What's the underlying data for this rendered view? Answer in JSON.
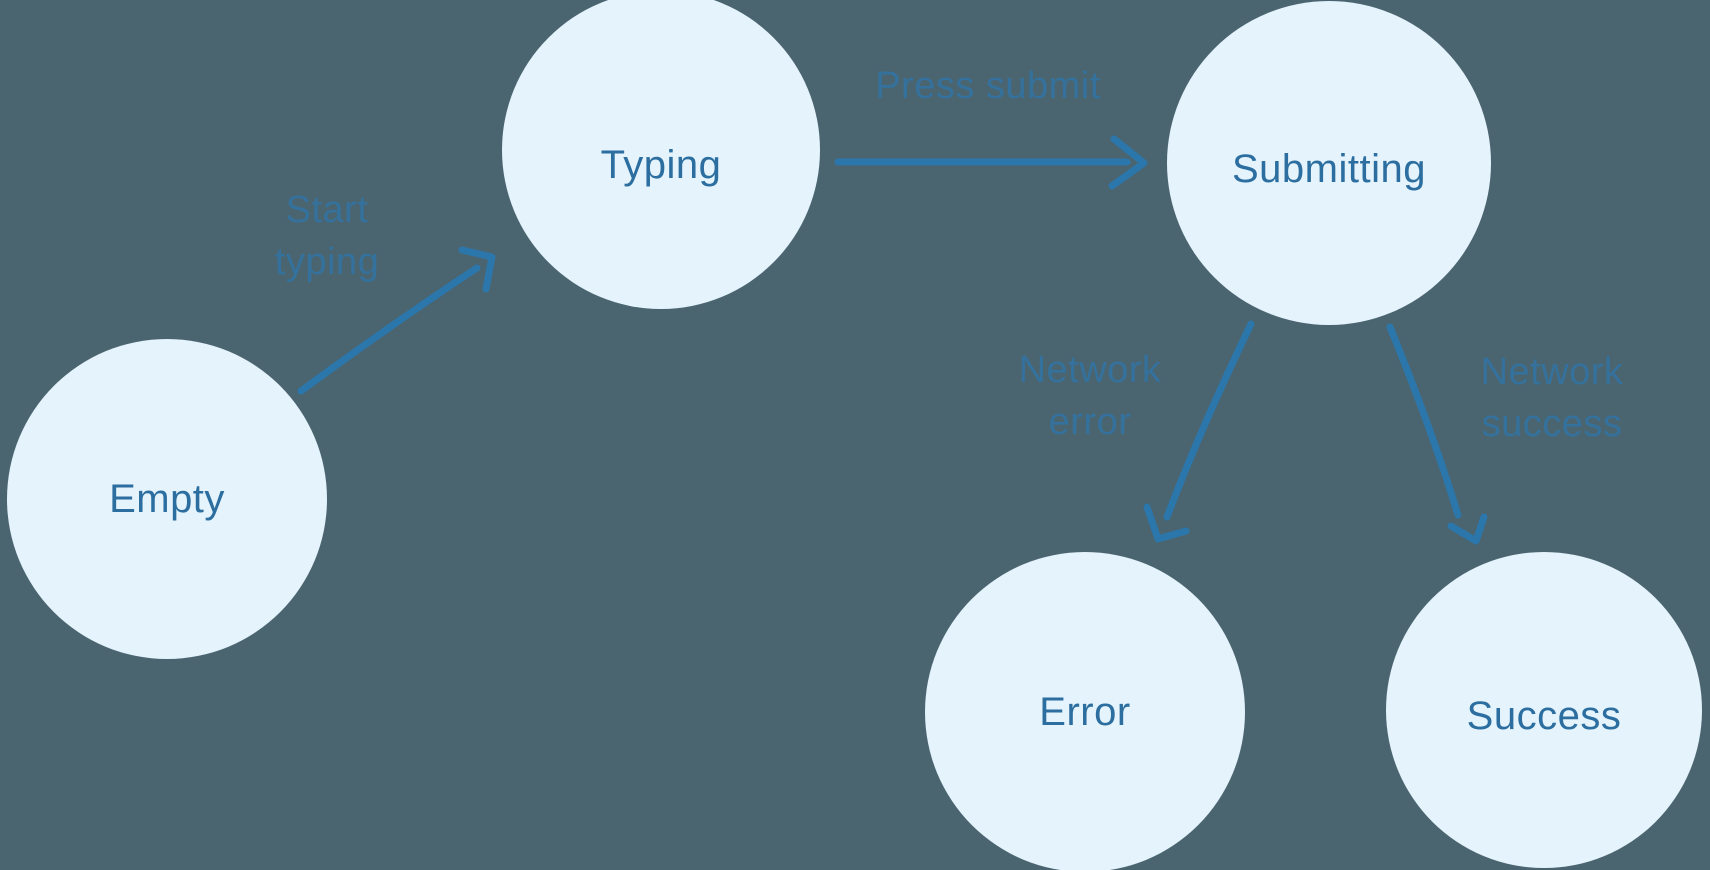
{
  "diagram": {
    "type": "state-machine",
    "states": [
      {
        "id": "empty",
        "label": "Empty"
      },
      {
        "id": "typing",
        "label": "Typing"
      },
      {
        "id": "submitting",
        "label": "Submitting"
      },
      {
        "id": "error",
        "label": "Error"
      },
      {
        "id": "success",
        "label": "Success"
      }
    ],
    "transitions": [
      {
        "from": "empty",
        "to": "typing",
        "label": "Start typing"
      },
      {
        "from": "typing",
        "to": "submitting",
        "label": "Press submit"
      },
      {
        "from": "submitting",
        "to": "error",
        "label": "Network error"
      },
      {
        "from": "submitting",
        "to": "success",
        "label": "Network success"
      }
    ],
    "colors": {
      "background": "#4b6570",
      "node_fill": "#e4f3fc",
      "node_text": "#2b6e9f",
      "arrow": "#2b76ab",
      "edge_label": "#2f74a6"
    }
  }
}
